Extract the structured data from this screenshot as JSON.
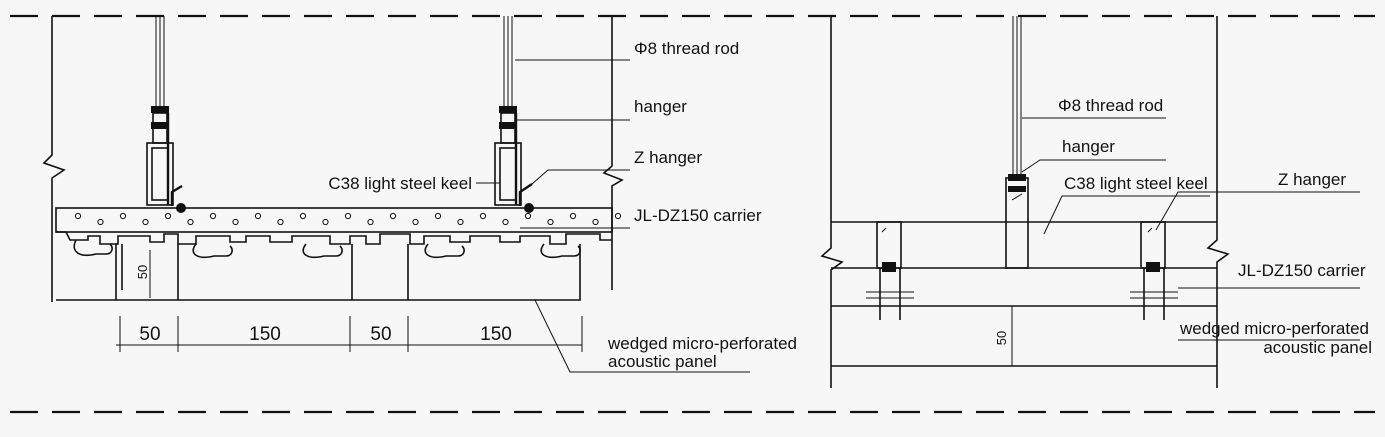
{
  "left_view": {
    "labels": {
      "thread_rod": "Φ8 thread rod",
      "hanger": "hanger",
      "z_hanger": "Z hanger",
      "c38_keel": "C38 light steel keel",
      "carrier": "JL-DZ150 carrier",
      "panel_line1": "wedged micro-perforated",
      "panel_line2": "acoustic panel"
    },
    "dimensions": {
      "d1": "50",
      "d2": "150",
      "d3": "50",
      "d4": "150",
      "height": "50"
    }
  },
  "right_view": {
    "labels": {
      "thread_rod": "Φ8 thread rod",
      "hanger": "hanger",
      "c38_keel": "C38 light steel keel",
      "z_hanger": "Z hanger",
      "carrier": "JL-DZ150 carrier",
      "panel_line1": "wedged micro-perforated",
      "panel_line2": "acoustic panel"
    },
    "dimensions": {
      "height": "50"
    }
  }
}
